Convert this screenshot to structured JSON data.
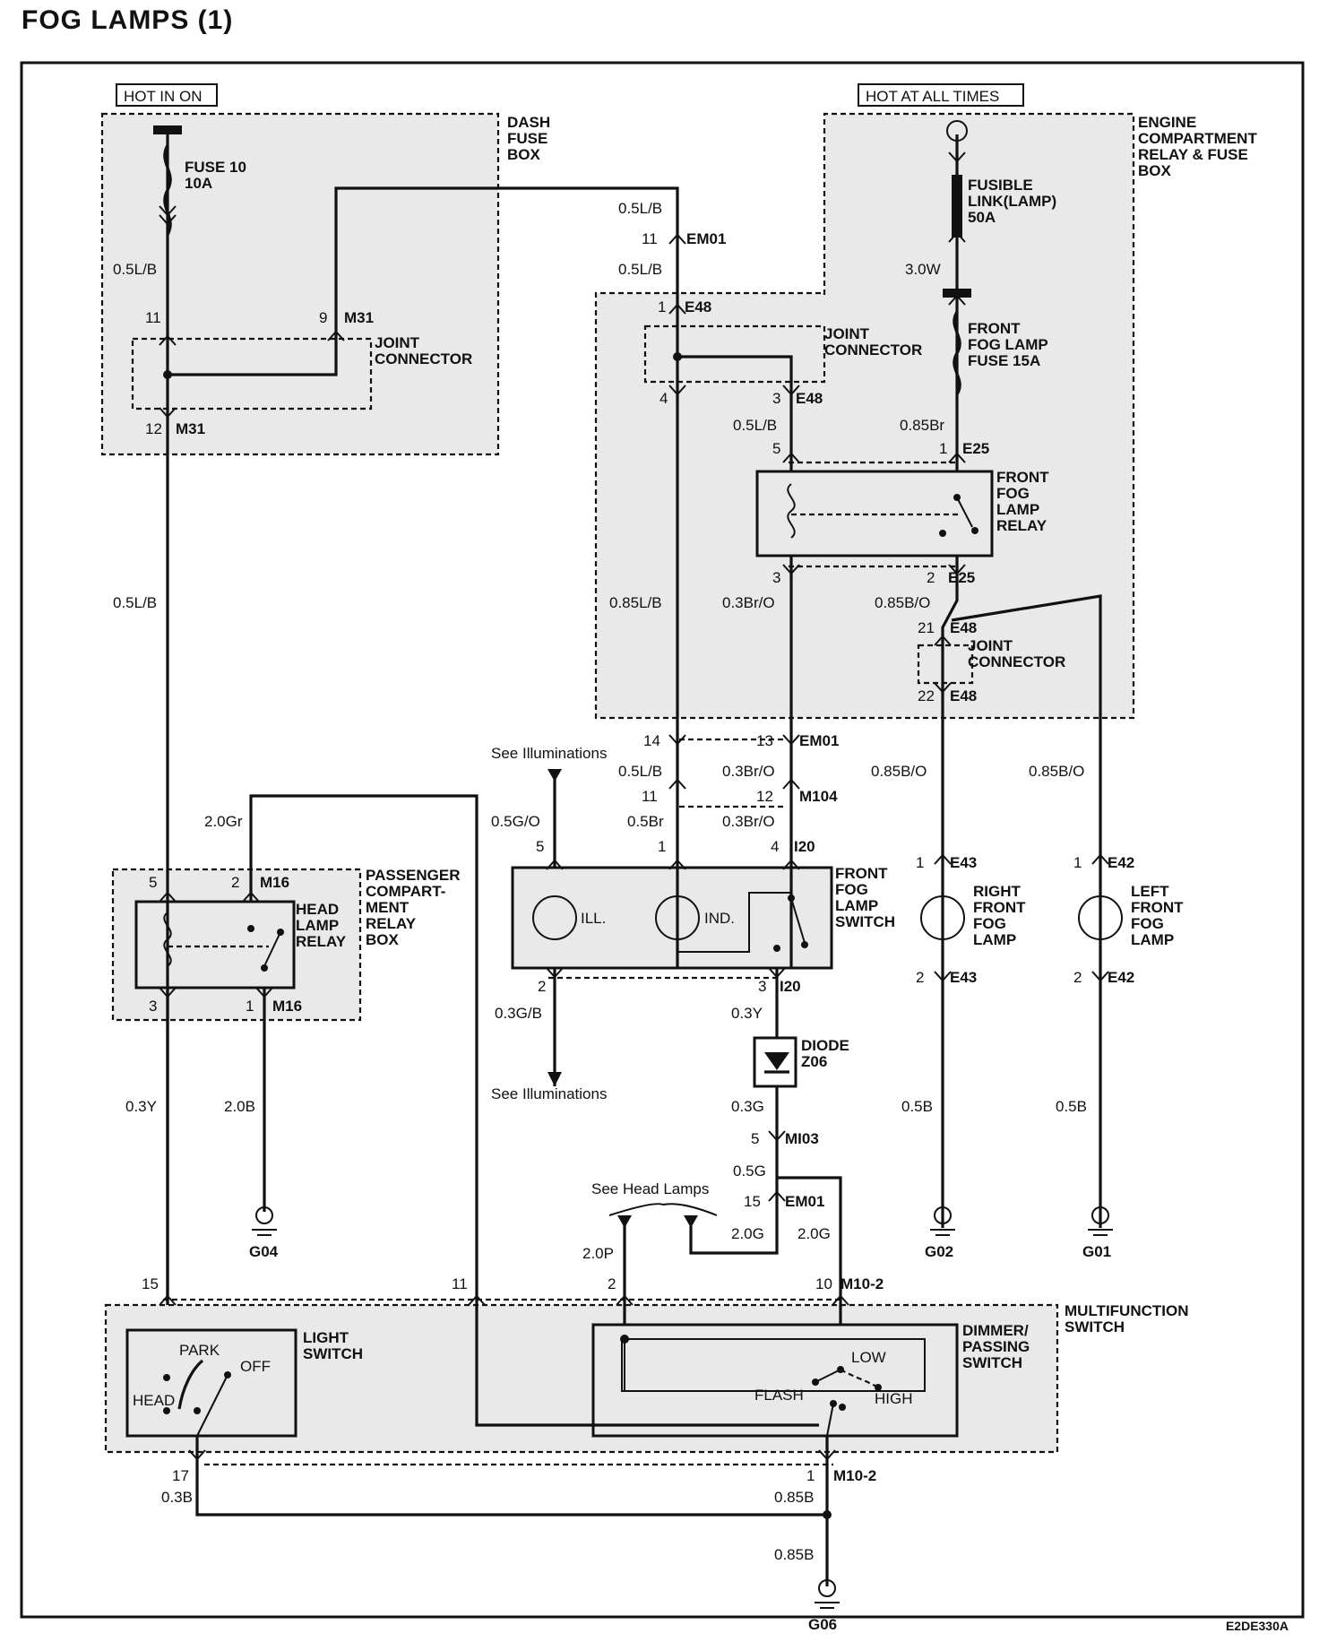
{
  "title": "FOG LAMPS (1)",
  "figure_id": "E2DE330A",
  "power": {
    "hot_in_on": "HOT IN ON",
    "hot_at_all_times": "HOT AT ALL TIMES"
  },
  "boxes": {
    "dash_fuse_box": [
      "DASH",
      "FUSE",
      "BOX"
    ],
    "engine_compartment_box": [
      "ENGINE",
      "COMPARTMENT",
      "RELAY & FUSE",
      "BOX"
    ],
    "passenger_relay_box": [
      "PASSENGER",
      "COMPART-",
      "MENT",
      "RELAY",
      "BOX"
    ],
    "multifunction_switch": [
      "MULTIFUNCTION",
      "SWITCH"
    ]
  },
  "components": {
    "fuse10": [
      "FUSE 10",
      "10A"
    ],
    "fusible_link": [
      "FUSIBLE",
      "LINK(LAMP)",
      "50A"
    ],
    "fog_fuse": [
      "FRONT",
      "FOG LAMP",
      "FUSE 15A"
    ],
    "joint_connector": [
      "JOINT",
      "CONNECTOR"
    ],
    "fog_relay": [
      "FRONT",
      "FOG",
      "LAMP",
      "RELAY"
    ],
    "head_relay": [
      "HEAD",
      "LAMP",
      "RELAY"
    ],
    "fog_switch": [
      "FRONT",
      "FOG",
      "LAMP",
      "SWITCH"
    ],
    "right_lamp": [
      "RIGHT",
      "FRONT",
      "FOG",
      "LAMP"
    ],
    "left_lamp": [
      "LEFT",
      "FRONT",
      "FOG",
      "LAMP"
    ],
    "diode": [
      "DIODE",
      "Z06"
    ],
    "light_switch": [
      "LIGHT",
      "SWITCH"
    ],
    "dimmer_switch": [
      "DIMMER/",
      "PASSING",
      "SWITCH"
    ],
    "ill": "ILL.",
    "ind": "IND.",
    "park": "PARK",
    "off": "OFF",
    "head": "HEAD",
    "low": "LOW",
    "flash": "FLASH",
    "high": "HIGH"
  },
  "references": {
    "see_illum_top": "See Illuminations",
    "see_illum_bottom": "See Illuminations",
    "see_head_lamps": "See Head Lamps"
  },
  "grounds": [
    "G04",
    "G02",
    "G01",
    "G06"
  ],
  "wires": {
    "w_05LB": "0.5L/B",
    "w_30W": "3.0W",
    "w_085Br": "0.85Br",
    "w_085LB": "0.85L/B",
    "w_03BrO": "0.3Br/O",
    "w_085BO": "0.85B/O",
    "w_05G_O": "0.5G/O",
    "w_05Br": "0.5Br",
    "w_20Gr": "2.0Gr",
    "w_03GB": "0.3G/B",
    "w_03Y": "0.3Y",
    "w_03G": "0.3G",
    "w_05G": "0.5G",
    "w_20G": "2.0G",
    "w_20P": "2.0P",
    "w_20B": "2.0B",
    "w_05B": "0.5B",
    "w_03B": "0.3B",
    "w_085B": "0.85B"
  },
  "connectors": {
    "EM01": "EM01",
    "M31": "M31",
    "E48": "E48",
    "E25": "E25",
    "M104": "M104",
    "I20": "I20",
    "M16": "M16",
    "E43": "E43",
    "E42": "E42",
    "MI03": "MI03",
    "M10_2": "M10-2"
  },
  "pins": {
    "p11": "11",
    "p9": "9",
    "p12": "12",
    "p1": "1",
    "p4": "4",
    "p3": "3",
    "p5": "5",
    "p2": "2",
    "p21": "21",
    "p22": "22",
    "p14": "14",
    "p13": "13",
    "p15": "15",
    "p10": "10",
    "p17": "17"
  }
}
